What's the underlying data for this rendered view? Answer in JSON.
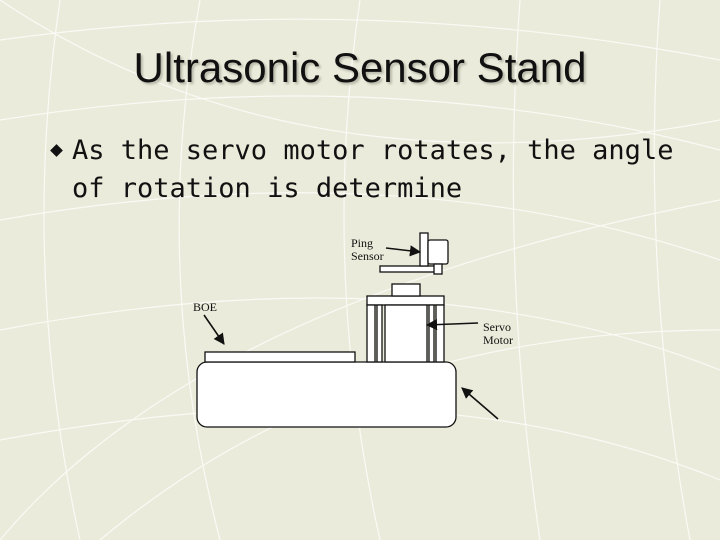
{
  "slide": {
    "title": "Ultrasonic Sensor Stand",
    "bullet": "As the servo motor rotates, the angle of rotation is determine"
  },
  "diagram": {
    "labels": {
      "ping_sensor": "Ping\nSensor",
      "boe": "BOE",
      "servo_motor": "Servo\nMotor"
    }
  },
  "colors": {
    "background": "#ebebdb",
    "grid_lines": "#ffffff",
    "text": "#111111"
  }
}
